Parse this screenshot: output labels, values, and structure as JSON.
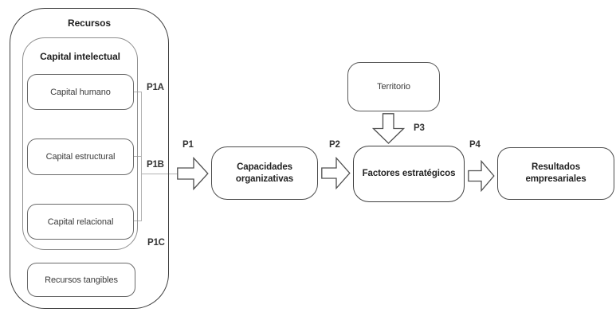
{
  "recursos": {
    "title": "Recursos",
    "capital_intelectual": {
      "title": "Capital intelectual",
      "boxes": [
        {
          "label": "Capital humano"
        },
        {
          "label": "Capital estructural"
        },
        {
          "label": "Capital relacional"
        }
      ]
    },
    "tangibles_label": "Recursos tangibles"
  },
  "connectors": {
    "p1a": "P1A",
    "p1b": "P1B",
    "p1c": "P1C"
  },
  "flow": {
    "p1": "P1",
    "capacidades": "Capacidades organizativas",
    "p2": "P2",
    "territorio": "Territorio",
    "p3": "P3",
    "factores": "Factores estratégicos",
    "p4": "P4",
    "resultados": "Resultados empresariales"
  },
  "colors": {
    "background": "#ffffff",
    "outer_border": "#3e3e3e",
    "inner_border": "#6a6a6a",
    "group_border": "#8e8e8e",
    "connector_line": "#b3b3b3",
    "text": "#2f2f2f"
  }
}
